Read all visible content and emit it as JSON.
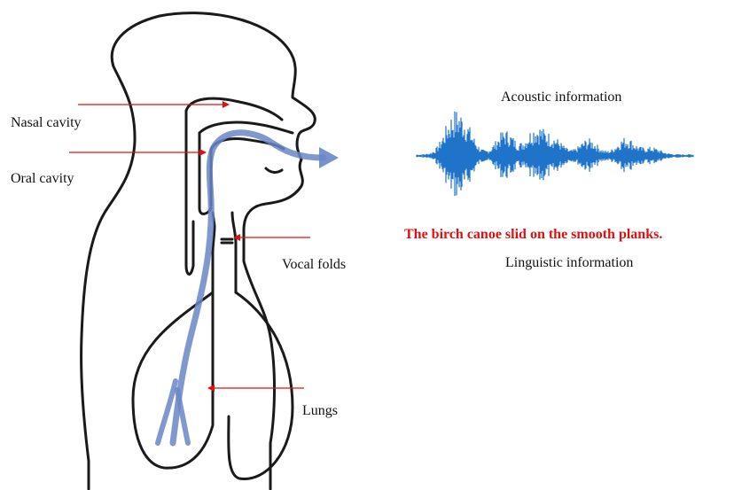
{
  "labels": {
    "nasal_cavity": "Nasal cavity",
    "oral_cavity": "Oral cavity",
    "vocal_folds": "Vocal folds",
    "lungs": "Lungs",
    "acoustic_information": "Acoustic information",
    "linguistic_information": "Linguistic information"
  },
  "sentence": "The birch canoe slid on the smooth planks.",
  "colors": {
    "arrow_red": "#e01010",
    "airflow_blue": "#6b86c7",
    "waveform_blue": "#1f74c9",
    "outline": "#1a1a1a"
  }
}
